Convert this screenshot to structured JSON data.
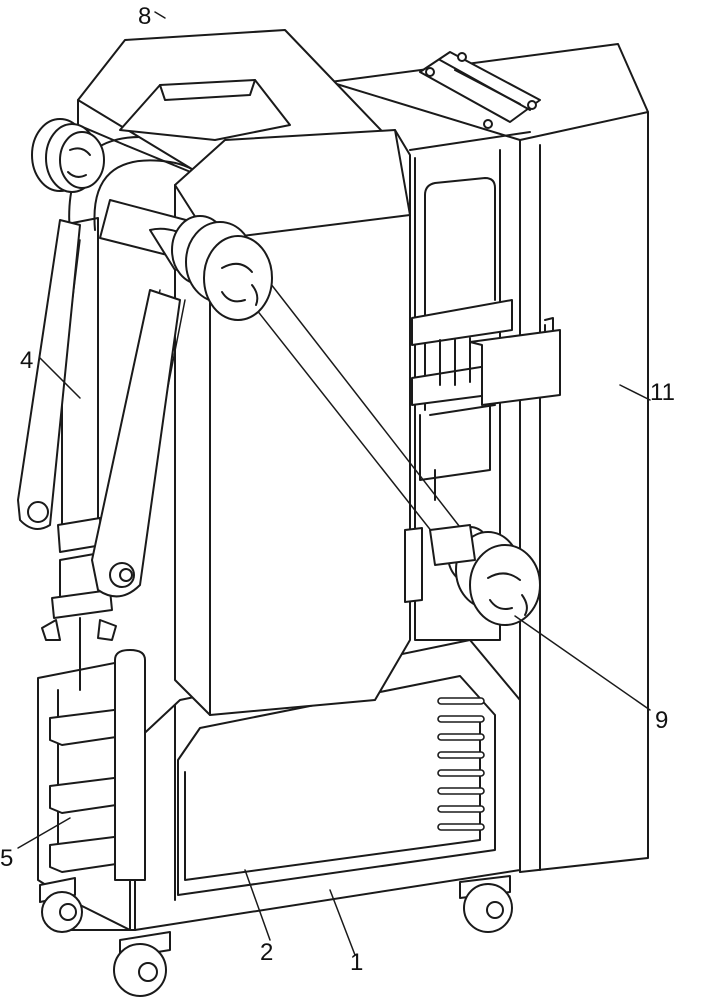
{
  "labels": {
    "l1": "1",
    "l2": "2",
    "l4": "4",
    "l5": "5",
    "l8": "8",
    "l9": "9",
    "l11": "11"
  },
  "colors": {
    "line": "#1a1a1a",
    "paper": "#ffffff"
  }
}
